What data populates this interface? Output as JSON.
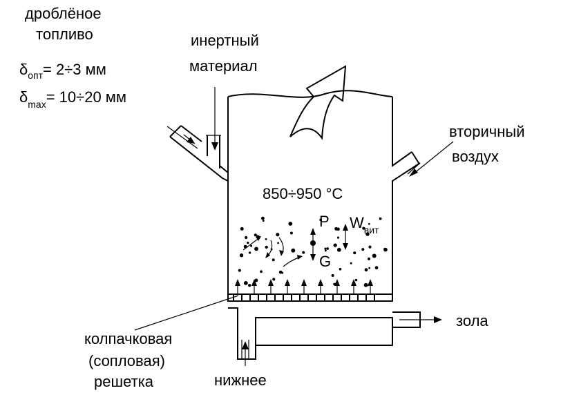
{
  "labels": {
    "fuel_line1": "дроблёное",
    "fuel_line2": "топливо",
    "delta_symbol": "δ",
    "delta_opt_sub": "опт",
    "delta_opt_value": "= 2÷3 мм",
    "delta_max_sub": "max",
    "delta_max_value": "= 10÷20 мм",
    "inert_line1": "инертный",
    "inert_line2": "материал",
    "secondary_line1": "вторичный",
    "secondary_line2": "воздух",
    "temperature": "850÷950 °C",
    "force_p": "P",
    "velocity_w": "W",
    "velocity_sub": "вит",
    "force_g": "G",
    "ash": "зола",
    "grid_line1": "колпачковая",
    "grid_line2": "(сопловая)",
    "grid_line3": "решетка",
    "bottom": "нижнее"
  }
}
